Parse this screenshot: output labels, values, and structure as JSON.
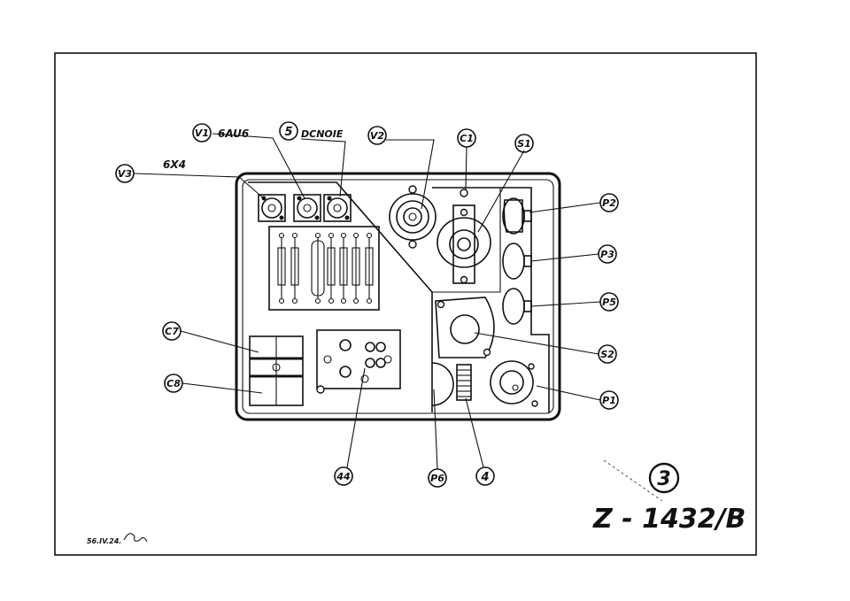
{
  "labels": {
    "v1": "V1",
    "v1_type": "6AU6",
    "n5": "5",
    "n5_type": "DCNOIE",
    "v2": "V2",
    "c1": "C1",
    "s1": "S1",
    "v3": "V3",
    "v3_type": "6X4",
    "p2": "P2",
    "p3": "P3",
    "p5": "P5",
    "c7": "C7",
    "c8": "C8",
    "s2": "S2",
    "p1": "P1",
    "n44": "44",
    "p6": "P6",
    "n4": "4"
  },
  "sheet": {
    "number": "3",
    "drawing_code": "Z - 1432/B",
    "date_signature": "56.IV.24."
  }
}
